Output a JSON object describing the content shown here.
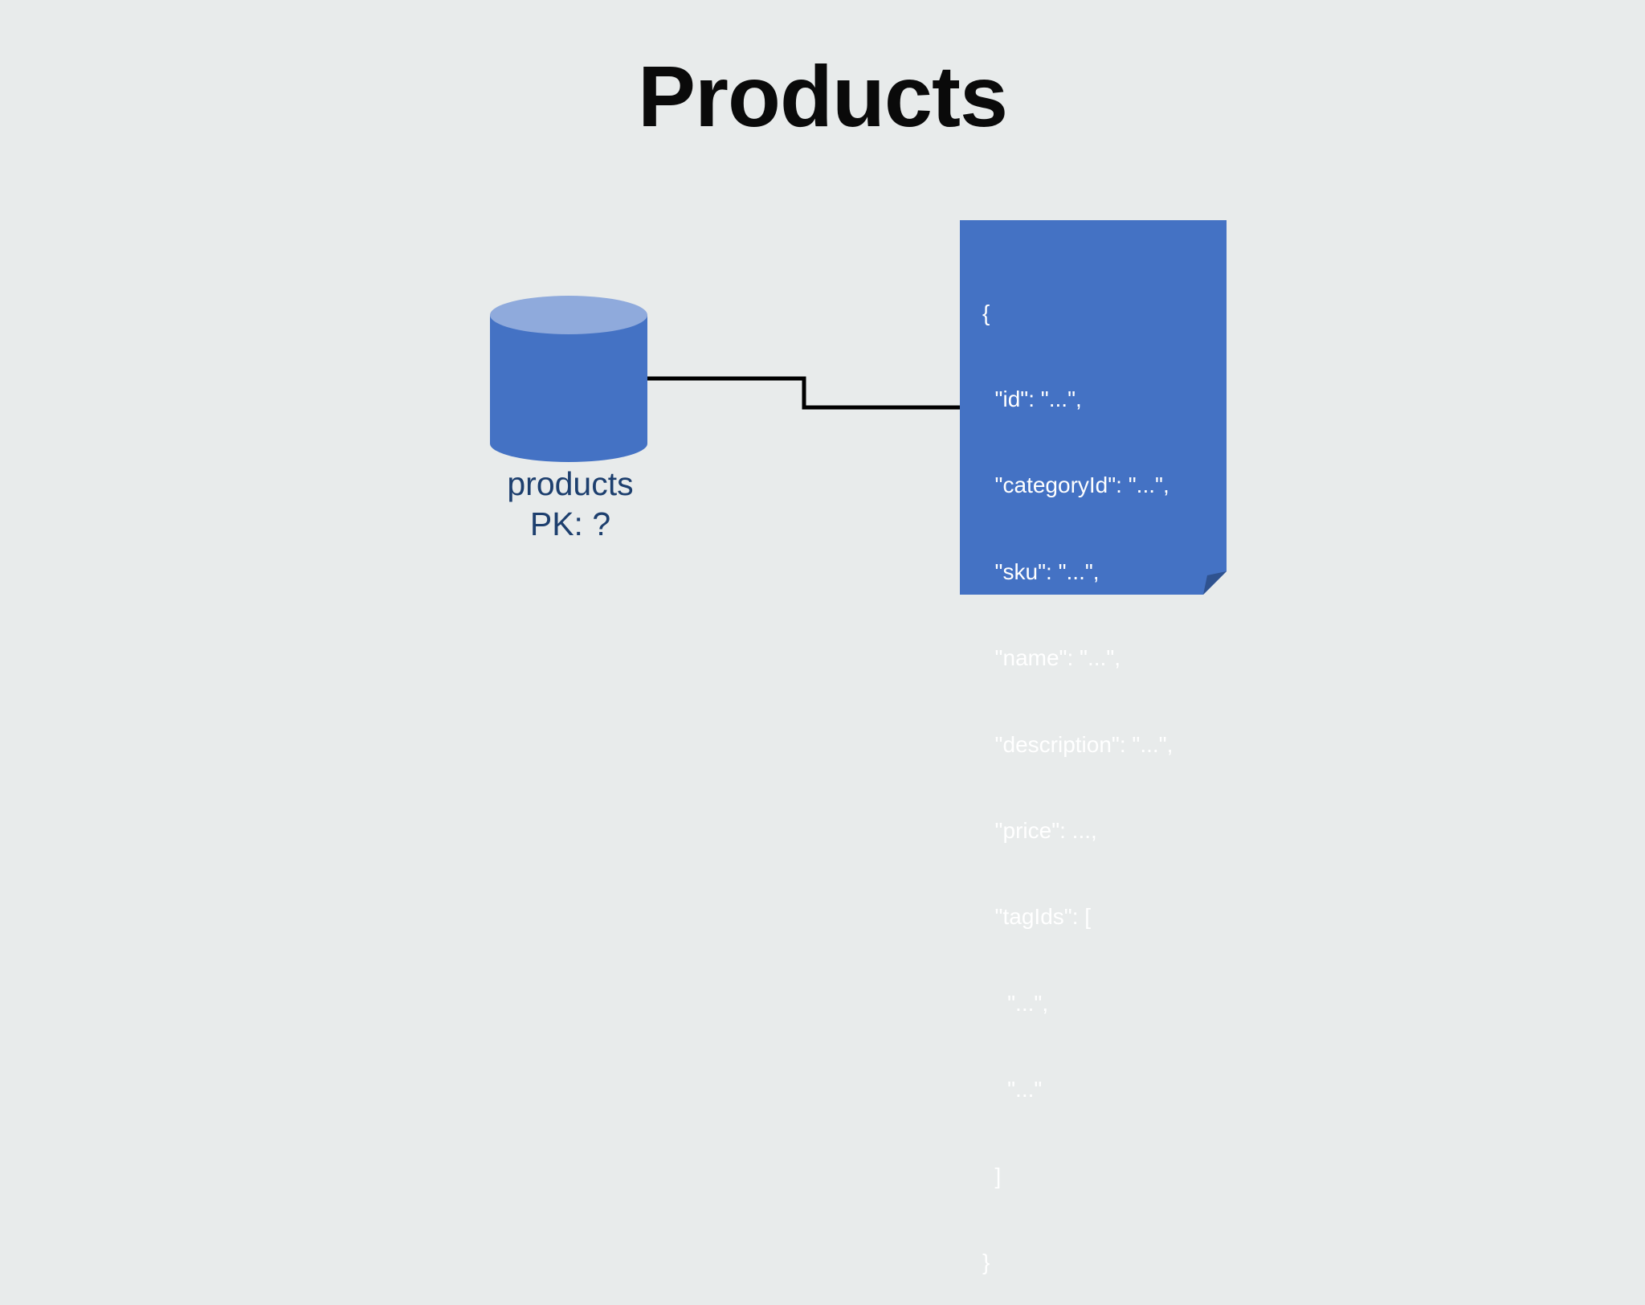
{
  "title": "Products",
  "colors": {
    "background": "#e8ebeb",
    "cylinder_body": "#4472c4",
    "cylinder_top": "#8faadc",
    "document": "#4472c4",
    "document_fold": "#2f528f",
    "label_text": "#1d3f6e",
    "connector": "#000000"
  },
  "container": {
    "name": "products",
    "partition_key_label": "PK: ?",
    "icon": "database-cylinder-icon"
  },
  "document": {
    "icon": "json-document-icon",
    "lines": [
      "{",
      "  \"id\": \"...\",",
      "  \"categoryId\": \"...\",",
      "  \"sku\": \"...\",",
      "  \"name\": \"...\",",
      "  \"description\": \"...\",",
      "  \"price\": ...,",
      "  \"tagIds\": [",
      "    \"...\",",
      "    \"...\"",
      "  ]",
      "}"
    ]
  }
}
